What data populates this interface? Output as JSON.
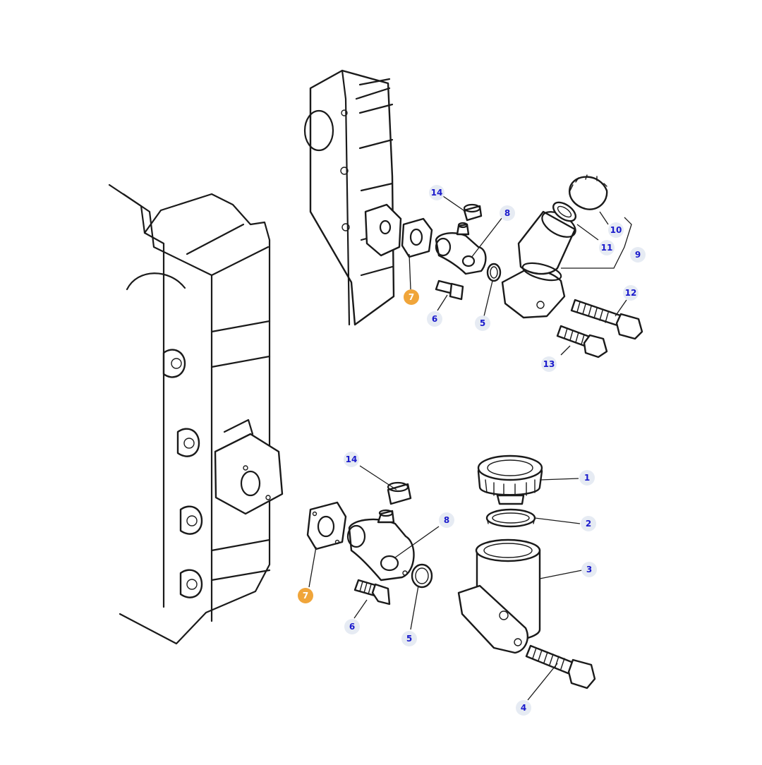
{
  "diagram": {
    "highlight_color": "#f0a53a",
    "callout_bg": "#e6ebf3",
    "callout_text_color": "#1a1acc",
    "callouts": [
      {
        "id": "upper-14",
        "label": "14",
        "highlight": false
      },
      {
        "id": "upper-8",
        "label": "8",
        "highlight": false
      },
      {
        "id": "upper-10",
        "label": "10",
        "highlight": false
      },
      {
        "id": "upper-11",
        "label": "11",
        "highlight": false
      },
      {
        "id": "upper-9",
        "label": "9",
        "highlight": false
      },
      {
        "id": "upper-7",
        "label": "7",
        "highlight": true
      },
      {
        "id": "upper-6",
        "label": "6",
        "highlight": false
      },
      {
        "id": "upper-5",
        "label": "5",
        "highlight": false
      },
      {
        "id": "upper-12",
        "label": "12",
        "highlight": false
      },
      {
        "id": "upper-13",
        "label": "13",
        "highlight": false
      },
      {
        "id": "lower-14",
        "label": "14",
        "highlight": false
      },
      {
        "id": "lower-8",
        "label": "8",
        "highlight": false
      },
      {
        "id": "lower-1",
        "label": "1",
        "highlight": false
      },
      {
        "id": "lower-2",
        "label": "2",
        "highlight": false
      },
      {
        "id": "lower-3",
        "label": "3",
        "highlight": false
      },
      {
        "id": "lower-7",
        "label": "7",
        "highlight": true
      },
      {
        "id": "lower-6",
        "label": "6",
        "highlight": false
      },
      {
        "id": "lower-5",
        "label": "5",
        "highlight": false
      },
      {
        "id": "lower-4",
        "label": "4",
        "highlight": false
      }
    ]
  }
}
